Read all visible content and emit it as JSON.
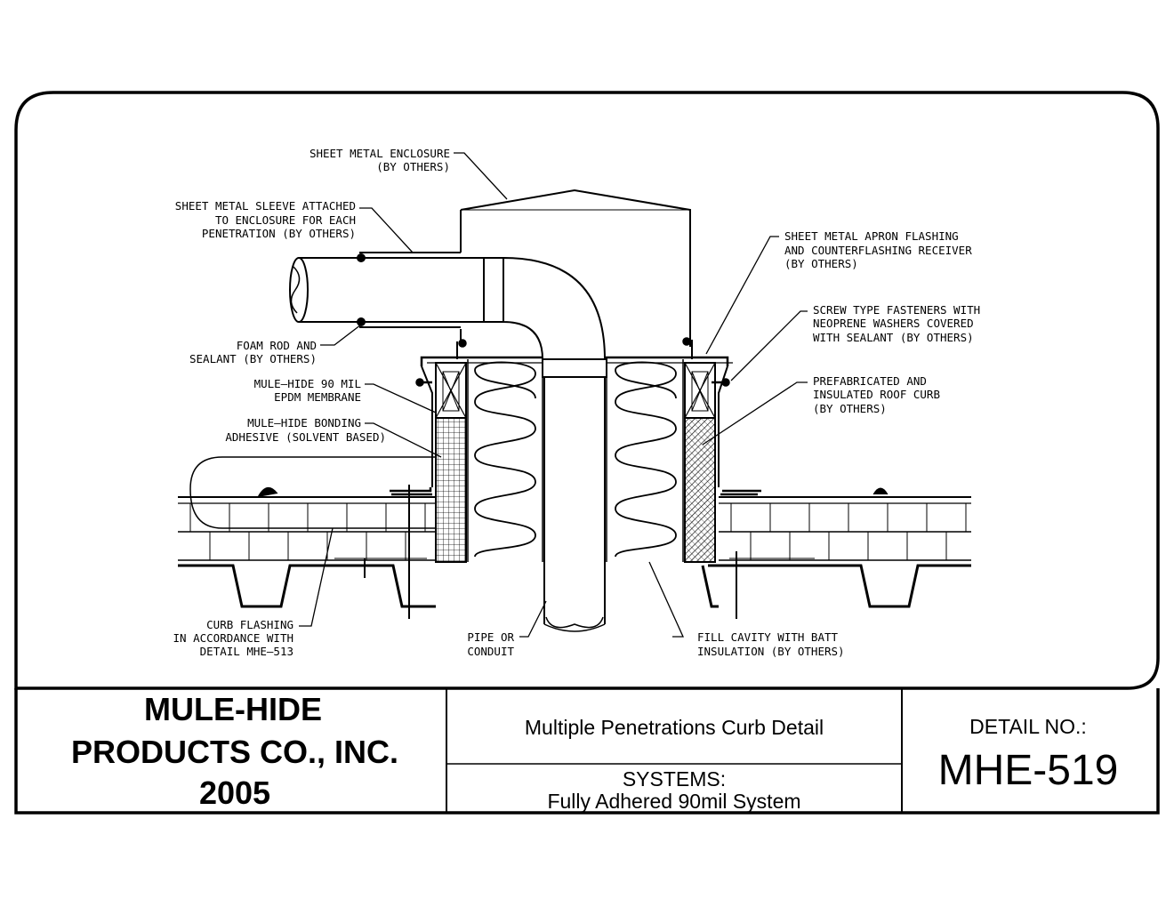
{
  "callouts": {
    "enclosure": [
      "SHEET METAL ENCLOSURE",
      "(BY OTHERS)"
    ],
    "sleeve": [
      "SHEET METAL SLEEVE ATTACHED",
      "TO ENCLOSURE  FOR EACH",
      "PENETRATION (BY OTHERS)"
    ],
    "foam_rod": [
      "FOAM ROD AND",
      "SEALANT (BY OTHERS)"
    ],
    "membrane": [
      "MULE–HIDE 90 MIL",
      "EPDM MEMBRANE"
    ],
    "adhesive": [
      "MULE–HIDE BONDING",
      "ADHESIVE (SOLVENT BASED)"
    ],
    "curb_flashing": [
      "CURB FLASHING",
      "IN ACCORDANCE WITH",
      "DETAIL MHE–513"
    ],
    "pipe": [
      "PIPE OR",
      "CONDUIT"
    ],
    "fill_cavity": [
      "FILL CAVITY WITH BATT",
      "INSULATION (BY OTHERS)"
    ],
    "apron": [
      "SHEET METAL APRON FLASHING",
      "AND COUNTERFLASHING RECEIVER",
      "(BY OTHERS)"
    ],
    "screws": [
      "SCREW TYPE FASTENERS WITH",
      "NEOPRENE WASHERS COVERED",
      "WITH SEALANT (BY OTHERS)"
    ],
    "curb": [
      "PREFABRICATED AND",
      "INSULATED ROOF CURB",
      "(BY OTHERS)"
    ]
  },
  "title_block": {
    "company": [
      "MULE-HIDE",
      "PRODUCTS CO., INC.",
      "2005"
    ],
    "title": "Multiple Penetrations Curb Detail",
    "systems_label": "SYSTEMS:",
    "systems_value": "Fully Adhered 90mil System",
    "detail_label": "DETAIL NO.:",
    "detail_number": "MHE-519"
  }
}
